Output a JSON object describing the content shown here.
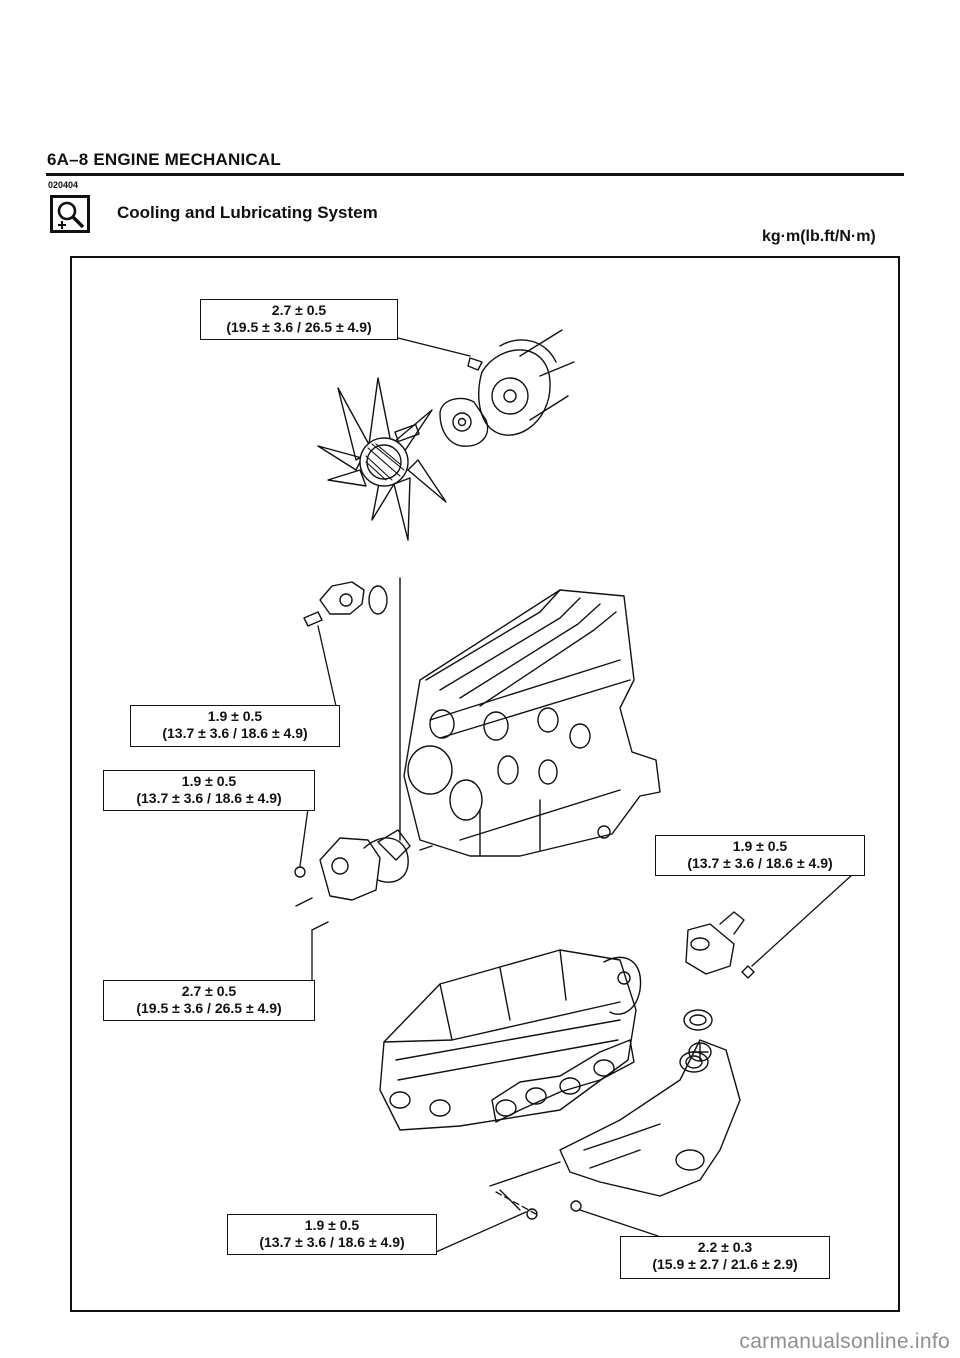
{
  "header": {
    "title": "6A–8 ENGINE MECHANICAL",
    "doc_code": "020404"
  },
  "section": {
    "title": "Cooling and Lubricating System",
    "units": "kg·m(lb.ft/N·m)",
    "icon": "magnifier-inspection-icon"
  },
  "torque_specs": [
    {
      "value": "2.7 ± 0.5",
      "detail": "(19.5 ± 3.6 / 26.5 ± 4.9)"
    },
    {
      "value": "1.9 ± 0.5",
      "detail": "(13.7 ± 3.6 / 18.6 ± 4.9)"
    },
    {
      "value": "1.9 ± 0.5",
      "detail": "(13.7 ± 3.6 / 18.6 ± 4.9)"
    },
    {
      "value": "1.9 ± 0.5",
      "detail": "(13.7 ± 3.6 / 18.6 ± 4.9)"
    },
    {
      "value": "2.7 ± 0.5",
      "detail": "(19.5 ± 3.6 / 26.5 ± 4.9)"
    },
    {
      "value": "1.9 ± 0.5",
      "detail": "(13.7 ± 3.6 / 18.6 ± 4.9)"
    },
    {
      "value": "2.2 ± 0.3",
      "detail": "(15.9 ± 2.7 / 21.6 ± 2.9)"
    }
  ],
  "watermark": "carmanualsonline.info"
}
